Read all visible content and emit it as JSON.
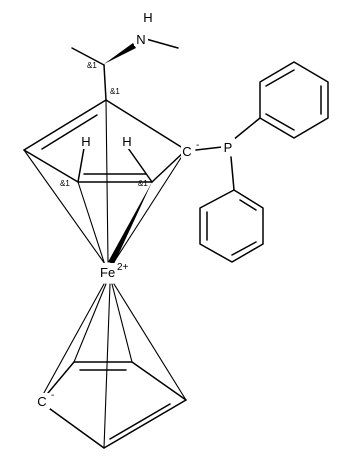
{
  "atoms": {
    "nitrogen_hydrogen": "H",
    "nitrogen": "N",
    "phosphorus": "P",
    "carbanion_cp1": "C",
    "carbanion_cp2": "C",
    "cp1_hydrogen_left": "H",
    "cp1_hydrogen_right": "H",
    "iron": "Fe",
    "iron_charge": "2+",
    "carbanion_charge": "-"
  },
  "stereo_labels": {
    "side_chain_center": "&1",
    "ring_carbon_top": "&1",
    "ring_carbon_left": "&1",
    "ring_carbon_right": "&1"
  }
}
